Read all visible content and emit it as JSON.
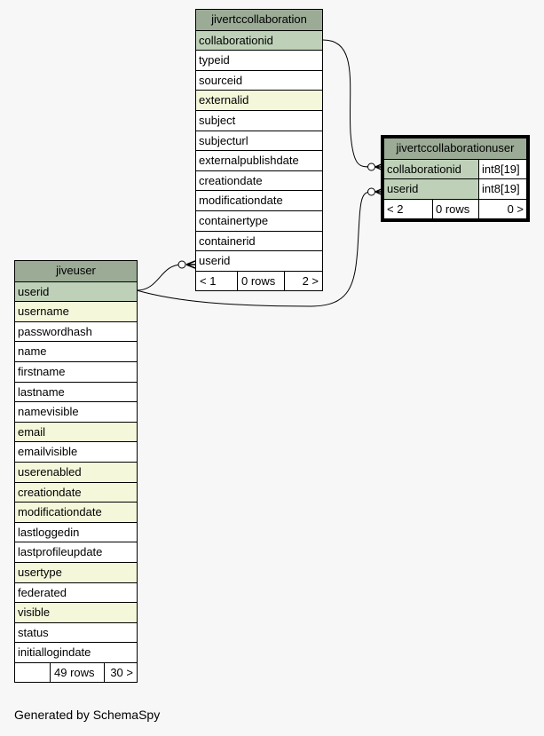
{
  "tables": {
    "collab": {
      "name": "jivertccollaboration",
      "columns": [
        {
          "name": "collaborationid",
          "kind": "pk"
        },
        {
          "name": "typeid",
          "kind": "plain"
        },
        {
          "name": "sourceid",
          "kind": "plain"
        },
        {
          "name": "externalid",
          "kind": "idx"
        },
        {
          "name": "subject",
          "kind": "plain"
        },
        {
          "name": "subjecturl",
          "kind": "plain"
        },
        {
          "name": "externalpublishdate",
          "kind": "plain"
        },
        {
          "name": "creationdate",
          "kind": "plain"
        },
        {
          "name": "modificationdate",
          "kind": "plain"
        },
        {
          "name": "containertype",
          "kind": "plain"
        },
        {
          "name": "containerid",
          "kind": "plain"
        },
        {
          "name": "userid",
          "kind": "plain"
        }
      ],
      "footer": {
        "parents": "< 1",
        "rows": "0 rows",
        "children": "2 >"
      }
    },
    "user": {
      "name": "jiveuser",
      "columns": [
        {
          "name": "userid",
          "kind": "pk"
        },
        {
          "name": "username",
          "kind": "idx"
        },
        {
          "name": "passwordhash",
          "kind": "plain"
        },
        {
          "name": "name",
          "kind": "plain"
        },
        {
          "name": "firstname",
          "kind": "plain"
        },
        {
          "name": "lastname",
          "kind": "plain"
        },
        {
          "name": "namevisible",
          "kind": "plain"
        },
        {
          "name": "email",
          "kind": "idx"
        },
        {
          "name": "emailvisible",
          "kind": "plain"
        },
        {
          "name": "userenabled",
          "kind": "idx"
        },
        {
          "name": "creationdate",
          "kind": "idx"
        },
        {
          "name": "modificationdate",
          "kind": "idx"
        },
        {
          "name": "lastloggedin",
          "kind": "plain"
        },
        {
          "name": "lastprofileupdate",
          "kind": "plain"
        },
        {
          "name": "usertype",
          "kind": "idx"
        },
        {
          "name": "federated",
          "kind": "plain"
        },
        {
          "name": "visible",
          "kind": "idx"
        },
        {
          "name": "status",
          "kind": "plain"
        },
        {
          "name": "initiallogindate",
          "kind": "plain"
        }
      ],
      "footer": {
        "parents": "",
        "rows": "49 rows",
        "children": "30 >"
      }
    },
    "collabuser": {
      "name": "jivertccollaborationuser",
      "columns": [
        {
          "name": "collaborationid",
          "type": "int8[19]",
          "kind": "pk"
        },
        {
          "name": "userid",
          "type": "int8[19]",
          "kind": "pk"
        }
      ],
      "footer": {
        "parents": "< 2",
        "rows": "0 rows",
        "children": "0 >"
      }
    }
  },
  "generated_by": "Generated by SchemaSpy",
  "colors": {
    "background": "#f7f7f7",
    "title": "#9bab96",
    "primary_key": "#bed1b8",
    "indexed": "#f4f7da",
    "plain": "#ffffff"
  }
}
